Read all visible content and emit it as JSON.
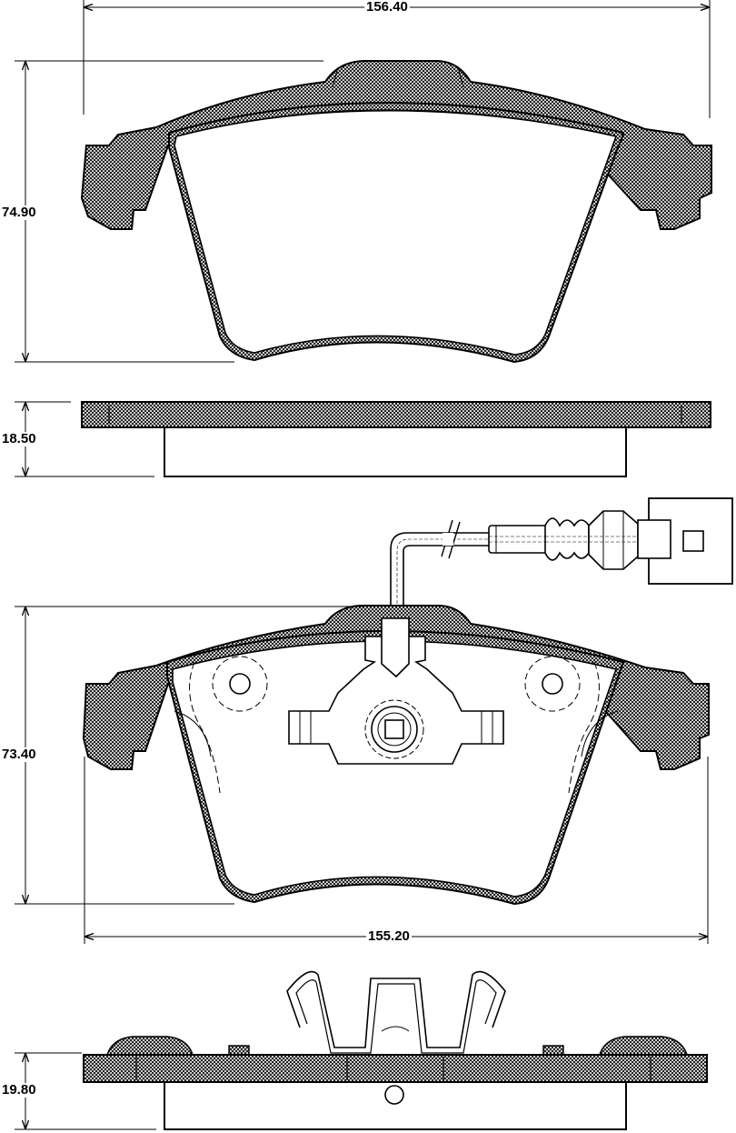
{
  "dimensions": {
    "width_top": "156.40",
    "height_top": "74.90",
    "thickness_top": "18.50",
    "height_bottom": "73.40",
    "width_bottom": "155.20",
    "thickness_bottom": "19.80"
  },
  "colors": {
    "line": "#000000",
    "hatch": "#000000",
    "background": "#ffffff"
  }
}
